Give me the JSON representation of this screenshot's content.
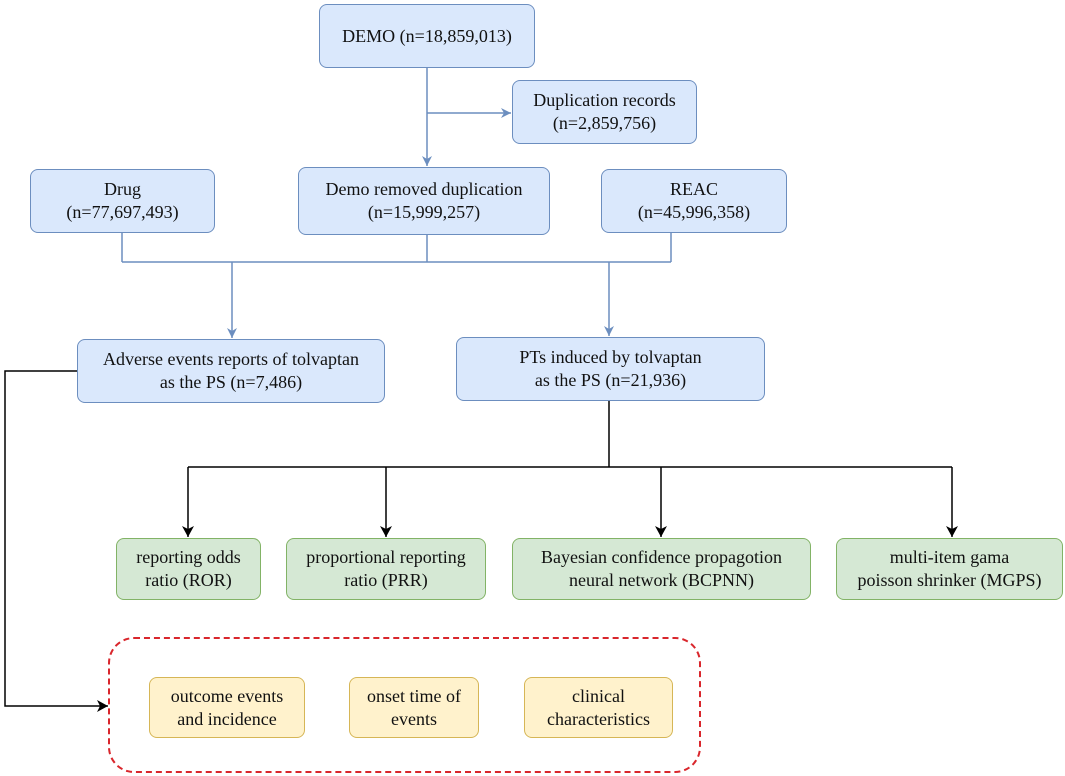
{
  "nodes": {
    "demo": {
      "line1": "DEMO (n=18,859,013)"
    },
    "duplication": {
      "line1": "Duplication records",
      "line2": "(n=2,859,756)"
    },
    "drug": {
      "line1": "Drug",
      "line2": "(n=77,697,493)"
    },
    "demo_removed": {
      "line1": "Demo removed duplication",
      "line2": "(n=15,999,257)"
    },
    "reac": {
      "line1": "REAC",
      "line2": "(n=45,996,358)"
    },
    "adverse": {
      "line1": "Adverse events reports of tolvaptan",
      "line2": "as the PS (n=7,486)"
    },
    "pts": {
      "line1": "PTs induced by tolvaptan",
      "line2": "as the PS (n=21,936)"
    },
    "ror": {
      "line1": "reporting odds",
      "line2": "ratio (ROR)"
    },
    "prr": {
      "line1": "proportional reporting",
      "line2": "ratio (PRR)"
    },
    "bcpnn": {
      "line1": "Bayesian confidence propagotion",
      "line2": "neural network (BCPNN)"
    },
    "mgps": {
      "line1": "multi-item gama",
      "line2": "poisson shrinker (MGPS)"
    },
    "outcome": {
      "line1": "outcome events",
      "line2": "and incidence"
    },
    "onset": {
      "line1": "onset time of",
      "line2": "events"
    },
    "clinical": {
      "line1": "clinical",
      "line2": "characteristics"
    }
  },
  "colors": {
    "blue_fill": "#dae8fc",
    "blue_stroke": "#6c8ebf",
    "green_fill": "#d5e8d4",
    "green_stroke": "#82b366",
    "yellow_fill": "#fff2cc",
    "yellow_stroke": "#d6b656",
    "dashed_stroke": "#d9262c",
    "arrow_blue": "#6c8ebf",
    "arrow_black": "#000000"
  }
}
